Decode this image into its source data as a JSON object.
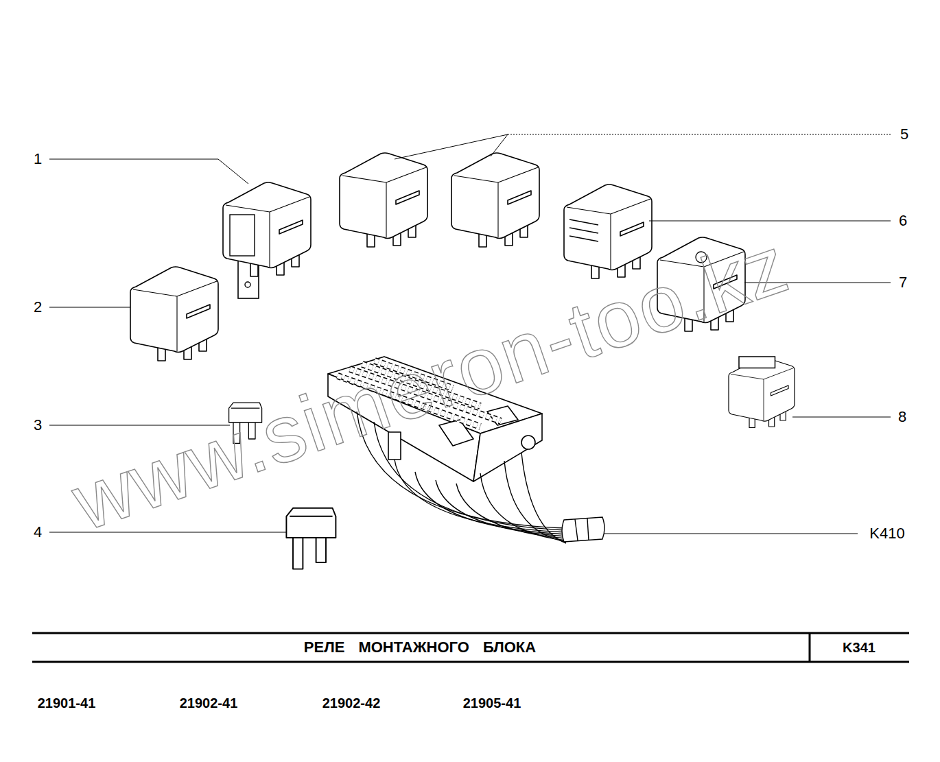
{
  "diagram": {
    "title": "РЕЛЕ МОНТАЖНОГО БЛОКА",
    "labels": [
      "1",
      "2",
      "3",
      "4",
      "5",
      "6",
      "7",
      "8",
      "K410",
      "K341",
      "21901-41",
      "21902-41",
      "21902-42",
      "21905-41",
      "www.simeron-too.kz"
    ]
  }
}
